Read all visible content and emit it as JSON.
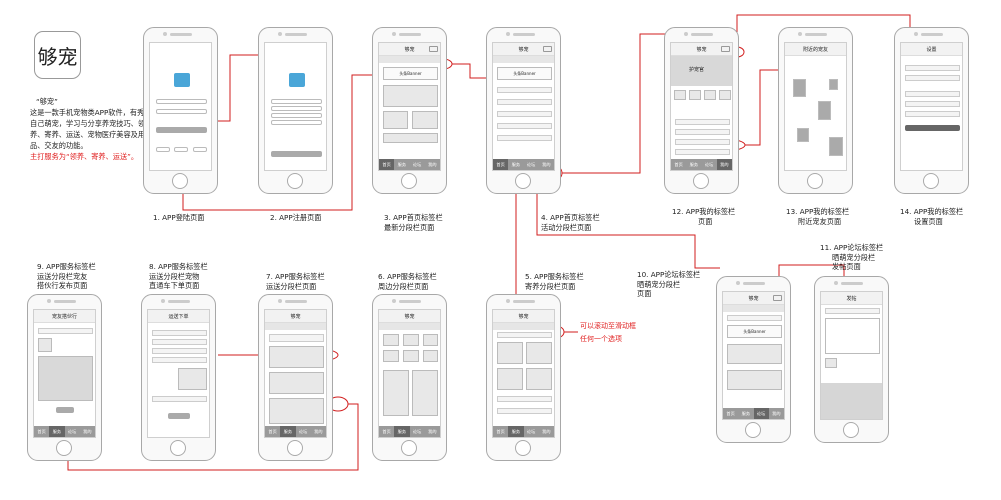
{
  "logo_text": "够宠",
  "intro": {
    "quote": "“够宠”",
    "body": "这是一款手机宠物类APP软件，有秀出自己萌宠，学习与分享养宠技巧、领养、寄养、运送、宠物医疗美容及用品、交友的功能。",
    "service": "主打服务为“领养、寄养、运送”。"
  },
  "captions": {
    "c1": "1. APP登陆页面",
    "c2": "2. APP注册页面",
    "c3a": "3. APP首页标签栏",
    "c3b": "最新分段栏页面",
    "c4a": "4. APP首页标签栏",
    "c4b": "活动分段栏页面",
    "c5a": "5. APP服务标签栏",
    "c5b": "寄养分段栏页面",
    "c6a": "6. APP服务标签栏",
    "c6b": "周边分段栏页面",
    "c7a": "7. APP服务标签栏",
    "c7b": "运送分段栏页面",
    "c8a": "8. APP服务标签栏",
    "c8b": "运送分段栏宠物",
    "c8c": "直通车下单页面",
    "c9a": "9. APP服务标签栏",
    "c9b": "运送分段栏宠友",
    "c9c": "搭伙行发布页面",
    "c10a": "10. APP论坛标签栏",
    "c10b": "晒萌宠分段栏",
    "c10c": "页面",
    "c11a": "11. APP论坛标签栏",
    "c11b": "晒萌宠分段栏",
    "c11c": "发帖页面",
    "c12a": "12. APP我的标签栏",
    "c12b": "页面",
    "c13a": "13. APP我的标签栏",
    "c13b": "附近宠友页面",
    "c14a": "14. APP我的标签栏",
    "c14b": "设置页面"
  },
  "annotation": {
    "line1": "可以滚动至滑动框",
    "line2": "任何一个选项"
  },
  "screens": {
    "title": "够宠",
    "banner": "头条Banner",
    "tabs": [
      "首页",
      "服务",
      "论坛",
      "我的"
    ],
    "settings_title": "设置",
    "nearby_title": "附近的宠友",
    "order_title": "运送下单",
    "post_title": "发帖",
    "user_name": "护宠官",
    "buddy_title": "宠友搭伙行"
  }
}
